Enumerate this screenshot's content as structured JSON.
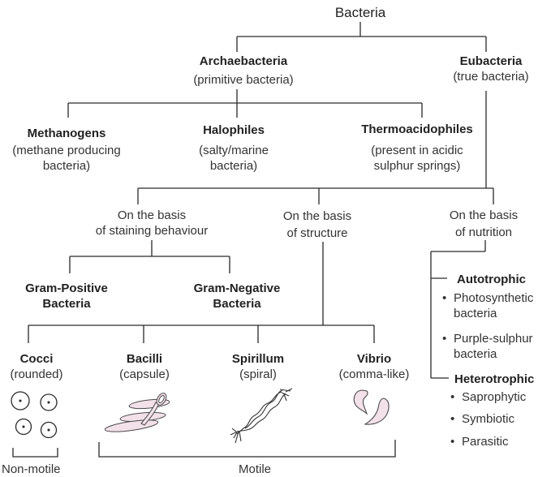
{
  "root": {
    "title": "Bacteria"
  },
  "archaebacteria": {
    "title": "Archaebacteria",
    "subtitle": "(primitive bacteria)",
    "children": [
      {
        "title": "Methanogens",
        "desc": [
          "(methane producing",
          "bacteria)"
        ]
      },
      {
        "title": "Halophiles",
        "desc": [
          "(salty/marine",
          "bacteria)"
        ]
      },
      {
        "title": "Thermoacidophiles",
        "desc": [
          "(present in acidic",
          "sulphur springs)"
        ]
      }
    ]
  },
  "eubacteria": {
    "title": "Eubacteria",
    "subtitle": "(true bacteria)",
    "bases": [
      {
        "label": [
          "On the basis",
          "of staining behaviour"
        ]
      },
      {
        "label": [
          "On the basis",
          "of structure"
        ]
      },
      {
        "label": [
          "On the basis",
          "of nutrition"
        ]
      }
    ]
  },
  "staining": [
    {
      "title": [
        "Gram-Positive",
        "Bacteria"
      ]
    },
    {
      "title": [
        "Gram-Negative",
        "Bacteria"
      ]
    }
  ],
  "structure": [
    {
      "title": "Cocci",
      "desc": "(rounded)",
      "illustration": "cocci-icon"
    },
    {
      "title": "Bacilli",
      "desc": "(capsule)",
      "illustration": "bacilli-icon"
    },
    {
      "title": "Spirillum",
      "desc": "(spiral)",
      "illustration": "spirillum-icon"
    },
    {
      "title": "Vibrio",
      "desc": "(comma-like)",
      "illustration": "vibrio-icon"
    }
  ],
  "motility": {
    "non_motile": "Non-motile",
    "motile": "Motile"
  },
  "nutrition": {
    "autotrophic": {
      "title": "Autotrophic",
      "items": [
        [
          "Photosynthetic",
          "bacteria"
        ],
        [
          "Purple-sulphur",
          "bacteria"
        ]
      ]
    },
    "heterotrophic": {
      "title": "Heterotrophic",
      "items": [
        "Saprophytic",
        "Symbiotic",
        "Parasitic"
      ]
    },
    "bullet": "•"
  },
  "colors": {
    "line": "#2a2a2a",
    "cell_fill": "#f3e1ea",
    "text": "#222222"
  }
}
